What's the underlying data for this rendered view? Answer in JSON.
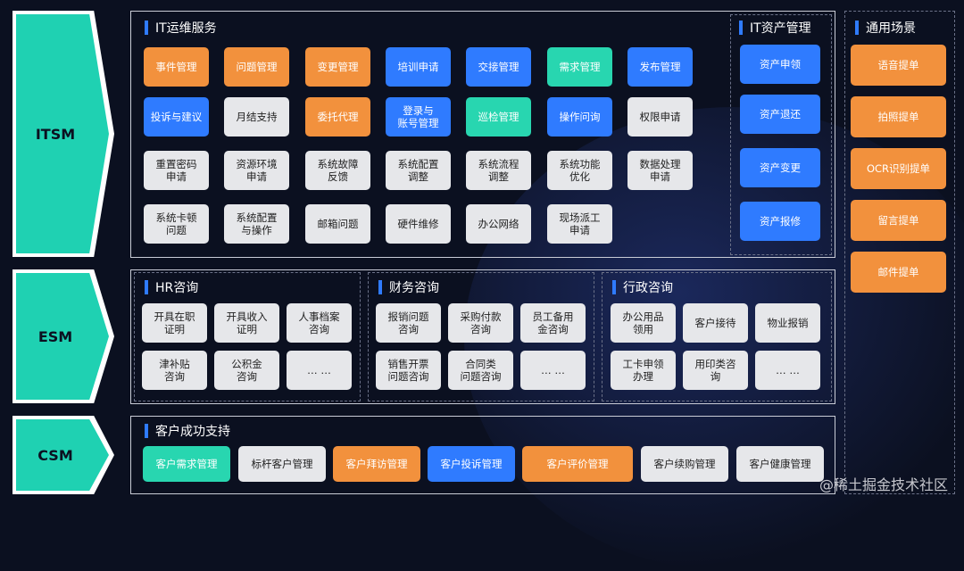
{
  "colors": {
    "orange": "#f2913d",
    "blue": "#2f7bff",
    "teal": "#28d6b0",
    "gray": "#e6e7ea",
    "arrow": "#1fd1b2"
  },
  "rows": {
    "itsm": "ITSM",
    "esm": "ESM",
    "csm": "CSM"
  },
  "itsm": {
    "title": "IT运维服务",
    "items": [
      {
        "label": "事件管理",
        "color": "orange"
      },
      {
        "label": "问题管理",
        "color": "orange"
      },
      {
        "label": "变更管理",
        "color": "orange"
      },
      {
        "label": "培训申请",
        "color": "blue"
      },
      {
        "label": "交接管理",
        "color": "blue"
      },
      {
        "label": "需求管理",
        "color": "teal"
      },
      {
        "label": "发布管理",
        "color": "blue"
      },
      {
        "label": "投诉与建议",
        "color": "blue"
      },
      {
        "label": "月结支持",
        "color": "gray"
      },
      {
        "label": "委托代理",
        "color": "orange"
      },
      {
        "label": "登录与\n账号管理",
        "color": "blue"
      },
      {
        "label": "巡检管理",
        "color": "teal"
      },
      {
        "label": "操作问询",
        "color": "blue"
      },
      {
        "label": "权限申请",
        "color": "gray"
      },
      {
        "label": "重置密码\n申请",
        "color": "gray"
      },
      {
        "label": "资源环境\n申请",
        "color": "gray"
      },
      {
        "label": "系统故障\n反馈",
        "color": "gray"
      },
      {
        "label": "系统配置\n调整",
        "color": "gray"
      },
      {
        "label": "系统流程\n调整",
        "color": "gray"
      },
      {
        "label": "系统功能\n优化",
        "color": "gray"
      },
      {
        "label": "数据处理\n申请",
        "color": "gray"
      },
      {
        "label": "系统卡顿\n问题",
        "color": "gray"
      },
      {
        "label": "系统配置\n与操作",
        "color": "gray"
      },
      {
        "label": "邮箱问题",
        "color": "gray"
      },
      {
        "label": "硬件维修",
        "color": "gray"
      },
      {
        "label": "办公网络",
        "color": "gray"
      },
      {
        "label": "现场派工\n申请",
        "color": "gray"
      }
    ]
  },
  "asset": {
    "title": "IT资产管理",
    "items": [
      "资产申领",
      "资产退还",
      "资产变更",
      "资产报修"
    ]
  },
  "general": {
    "title": "通用场景",
    "items": [
      "语音提单",
      "拍照提单",
      "OCR识别提单",
      "留言提单",
      "邮件提单"
    ]
  },
  "hr": {
    "title": "HR咨询",
    "items": [
      "开具在职\n证明",
      "开具收入\n证明",
      "人事档案\n咨询",
      "津补贴\n咨询",
      "公积金\n咨询",
      "… …"
    ]
  },
  "finance": {
    "title": "财务咨询",
    "items": [
      "报销问题\n咨询",
      "采购付款\n咨询",
      "员工备用\n金咨询",
      "销售开票\n问题咨询",
      "合同类\n问题咨询",
      "… …"
    ]
  },
  "admin": {
    "title": "行政咨询",
    "items": [
      "办公用品\n领用",
      "客户接待",
      "物业报销",
      "工卡申领\n办理",
      "用印类咨\n询",
      "… …"
    ]
  },
  "csm": {
    "title": "客户成功支持",
    "items": [
      {
        "label": "客户需求管理",
        "color": "teal"
      },
      {
        "label": "标杆客户管理",
        "color": "gray"
      },
      {
        "label": "客户拜访管理",
        "color": "orange"
      },
      {
        "label": "客户投诉管理",
        "color": "blue"
      },
      {
        "label": "客户评价管理",
        "color": "orange"
      },
      {
        "label": "客户续购管理",
        "color": "gray"
      },
      {
        "label": "客户健康管理",
        "color": "gray"
      }
    ]
  },
  "watermark": "@稀土掘金技术社区"
}
